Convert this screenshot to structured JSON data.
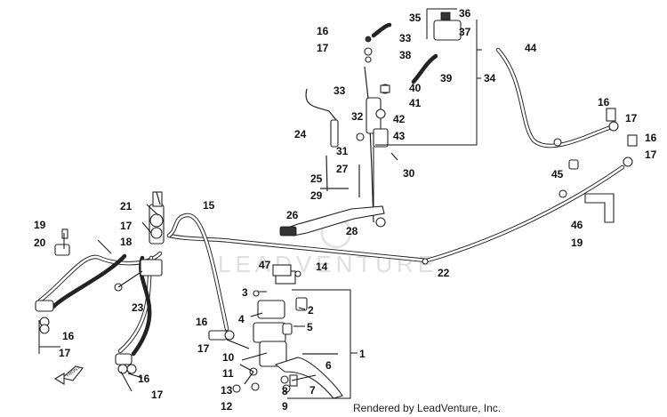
{
  "watermark": "LEADVENTURE",
  "footer": "Rendered by LeadVenture, Inc.",
  "callouts": [
    "1",
    "2",
    "3",
    "4",
    "5",
    "6",
    "7",
    "8",
    "9",
    "10",
    "11",
    "12",
    "13",
    "14",
    "15",
    "16",
    "17",
    "18",
    "19",
    "20",
    "21",
    "22",
    "23",
    "24",
    "25",
    "26",
    "27",
    "28",
    "29",
    "30",
    "31",
    "32",
    "33",
    "34",
    "35",
    "36",
    "37",
    "38",
    "39",
    "40",
    "41",
    "42",
    "43",
    "44",
    "45",
    "46",
    "47"
  ],
  "arrow_label": "FRONT"
}
